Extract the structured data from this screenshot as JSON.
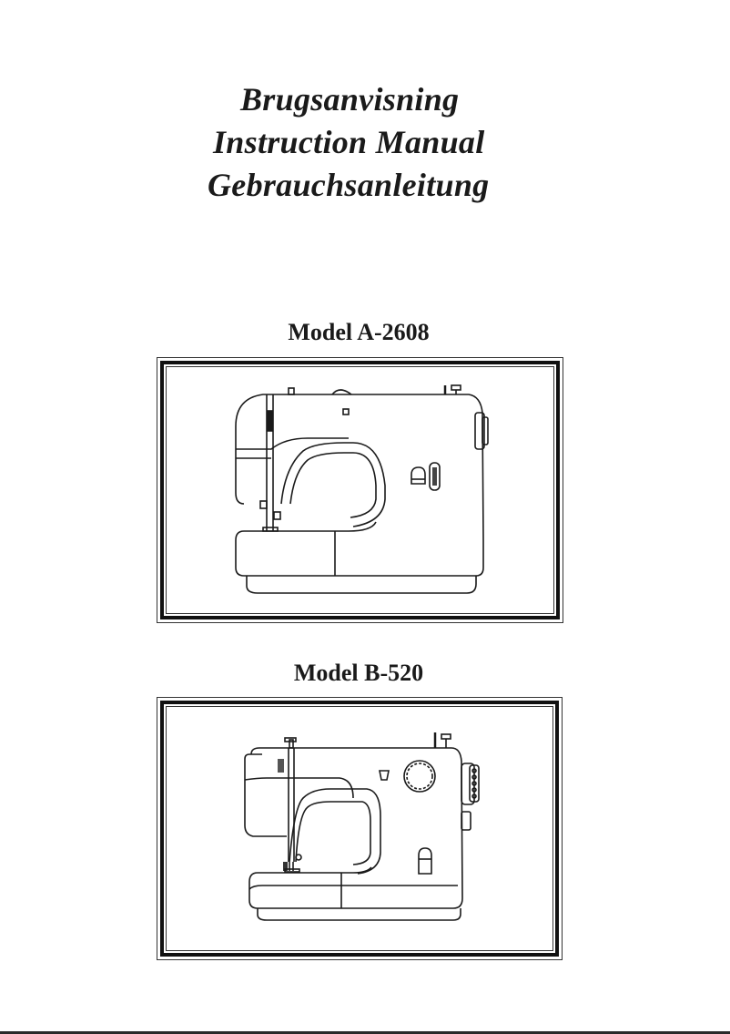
{
  "document": {
    "titles": [
      "Brugsanvisning",
      "Instruction Manual",
      "Gebrauchsanleitung"
    ],
    "models": [
      {
        "label": "Model A-2608",
        "illustration": "sewing-machine-a2608"
      },
      {
        "label": "Model B-520",
        "illustration": "sewing-machine-b520"
      }
    ]
  }
}
